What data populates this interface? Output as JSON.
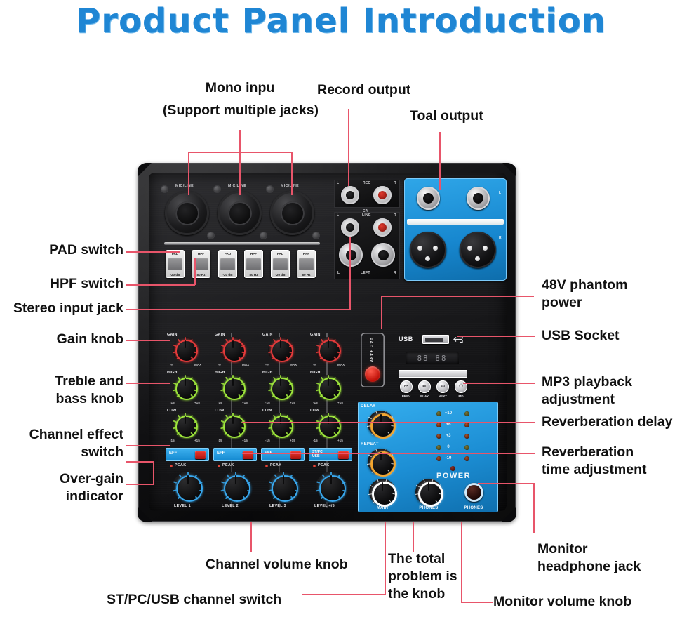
{
  "title": "Product Panel Introduction",
  "callouts": {
    "mono_input": "Mono inpu",
    "mono_input_sub": "(Support multiple jacks)",
    "record_output": "Record output",
    "total_output": "Toal output",
    "pad_switch": "PAD switch",
    "hpf_switch": "HPF switch",
    "stereo_input_jack": "Stereo input jack",
    "gain_knob": "Gain knob",
    "treble_bass_knob": "Treble and\nbass knob",
    "channel_effect_switch": "Channel effect\nswitch",
    "over_gain_indicator": "Over-gain\nindicator",
    "phantom_power": "48V phantom\npower",
    "usb_socket": "USB Socket",
    "mp3_playback": "MP3 playback\nadjustment",
    "reverb_delay": "Reverberation delay",
    "reverb_time": "Reverberation\ntime adjustment",
    "monitor_headphone_jack": "Monitor\nheadphone jack",
    "channel_volume_knob": "Channel volume knob",
    "st_pc_usb_switch": "ST/PC/USB channel switch",
    "total_problem_knob": "The total\nproblem is\nthe knob",
    "monitor_volume_knob": "Monitor volume knob"
  },
  "device": {
    "mic_line_label": "MIC/LINE",
    "mic_line_jacks": [
      "MIC/LINE",
      "MIC/LINE",
      "MIC/LINE"
    ],
    "switches": [
      {
        "top": "PAD",
        "bottom": "-20 dB"
      },
      {
        "top": "HPF",
        "bottom": "80 Hz"
      },
      {
        "top": "PAD",
        "bottom": "-20 dB"
      },
      {
        "top": "HPF",
        "bottom": "80 Hz"
      },
      {
        "top": "PAD",
        "bottom": "-20 dB"
      },
      {
        "top": "HPF",
        "bottom": "80 Hz"
      }
    ],
    "rec_label": "REC",
    "rec_l": "L",
    "rec_r": "R",
    "ca_label": "CA",
    "line_in_label": "LINE",
    "left_label": "LEFT",
    "out_l": "L",
    "out_r": "R",
    "channels": [
      {
        "gain": "GAIN",
        "high": "HIGH",
        "low": "LOW",
        "eff": "EFF",
        "peak": "PEAK",
        "level": "LEVEL 1"
      },
      {
        "gain": "GAIN",
        "high": "HIGH",
        "low": "LOW",
        "eff": "EFF",
        "peak": "PEAK",
        "level": "LEVEL 2"
      },
      {
        "gain": "GAIN",
        "high": "HIGH",
        "low": "LOW",
        "eff": "EFF",
        "peak": "PEAK",
        "level": "LEVEL 3"
      },
      {
        "gain": "GAIN",
        "high": "HIGH",
        "low": "LOW",
        "eff": "ST/PC\nUSB",
        "peak": "PEAK",
        "level": "LEVEL 4/5"
      }
    ],
    "knob_min": "-15",
    "knob_max": "+15",
    "gain_min": "-∞",
    "gain_max": "MAX",
    "phantom_label": "PAD +48V",
    "usb_label": "USB",
    "lcd_value": "88 88",
    "mp3_buttons": [
      {
        "glyph": "⏮",
        "label": "PREV"
      },
      {
        "glyph": "⏯",
        "label": "PLAY"
      },
      {
        "glyph": "⏭",
        "label": "NEXT"
      },
      {
        "glyph": "⏻",
        "label": "MD"
      }
    ],
    "delay_label": "DELAY",
    "repeat_label": "REPEAT",
    "vu_labels": [
      "+10",
      "+6",
      "+3",
      "0",
      "-10"
    ],
    "power_label": "POWER",
    "main_label": "MAIN",
    "phones_knob_label": "PHONES",
    "phones_jack_label": "PHONES"
  },
  "colors": {
    "title_blue": "#1f86d4",
    "leader_red": "#e8556a",
    "gain_red": "#e53b3b",
    "eq_green": "#9ee63c",
    "level_blue": "#39a9ef",
    "reverb_orange": "#f2a530",
    "panel_blue": "#1c8ed4"
  }
}
